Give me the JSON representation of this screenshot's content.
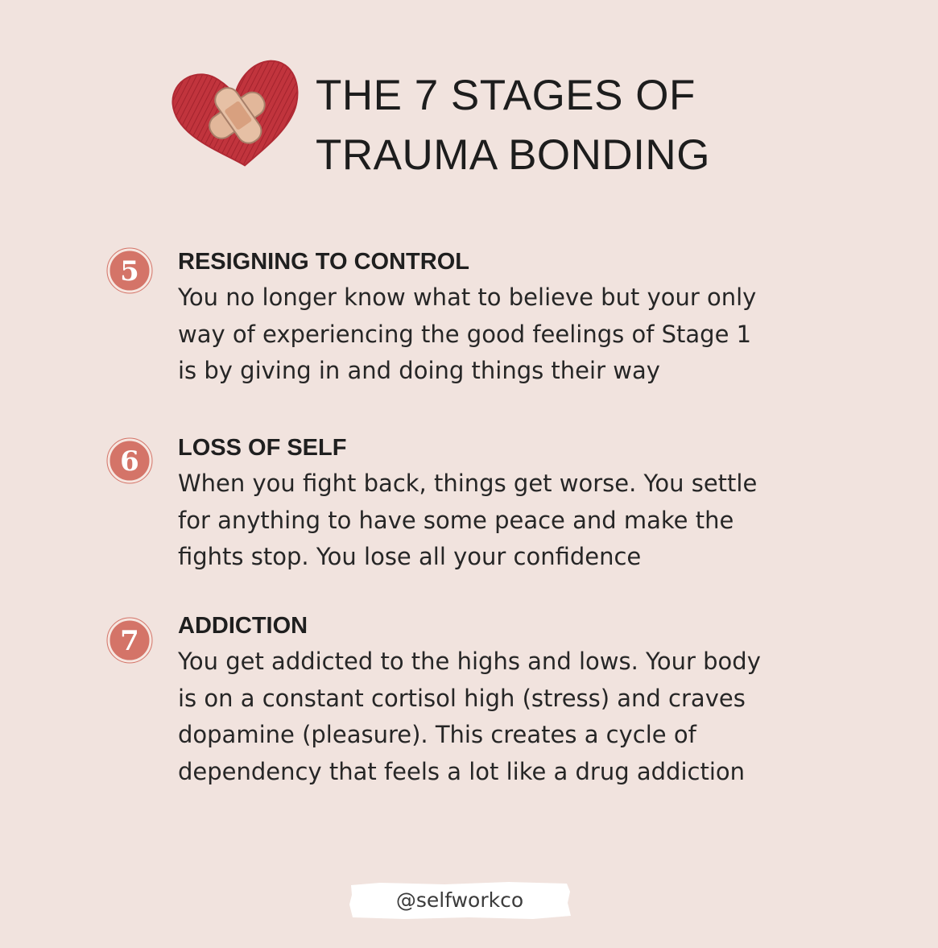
{
  "title": {
    "line1": "THE 7 STAGES OF",
    "line2": "TRAUMA BONDING"
  },
  "icons": {
    "header": "heart-with-bandage-icon",
    "stage_badge": "numbered-circle-icon"
  },
  "colors": {
    "background": "#f1e3de",
    "heart": "#c1343d",
    "bandage": "#e2b79a",
    "badge": "#d47468",
    "text": "#222222"
  },
  "stages": [
    {
      "number": "5",
      "heading": "RESIGNING TO CONTROL",
      "lines": [
        "You no longer know what to believe but your only",
        "way of experiencing the good feelings of Stage 1",
        "is by giving in and doing things their way"
      ]
    },
    {
      "number": "6",
      "heading": "LOSS OF SELF",
      "lines": [
        "When you fight back, things get worse. You settle",
        "for anything to have some peace and make the",
        "fights stop. You lose all your confidence"
      ]
    },
    {
      "number": "7",
      "heading": "ADDICTION",
      "lines": [
        "You get addicted to the highs and lows. Your body",
        "is on a constant cortisol high (stress) and craves",
        "dopamine (pleasure). This creates a cycle of",
        "dependency that feels a lot like a drug addiction"
      ]
    }
  ],
  "footer": {
    "handle": "@selfworkco"
  }
}
